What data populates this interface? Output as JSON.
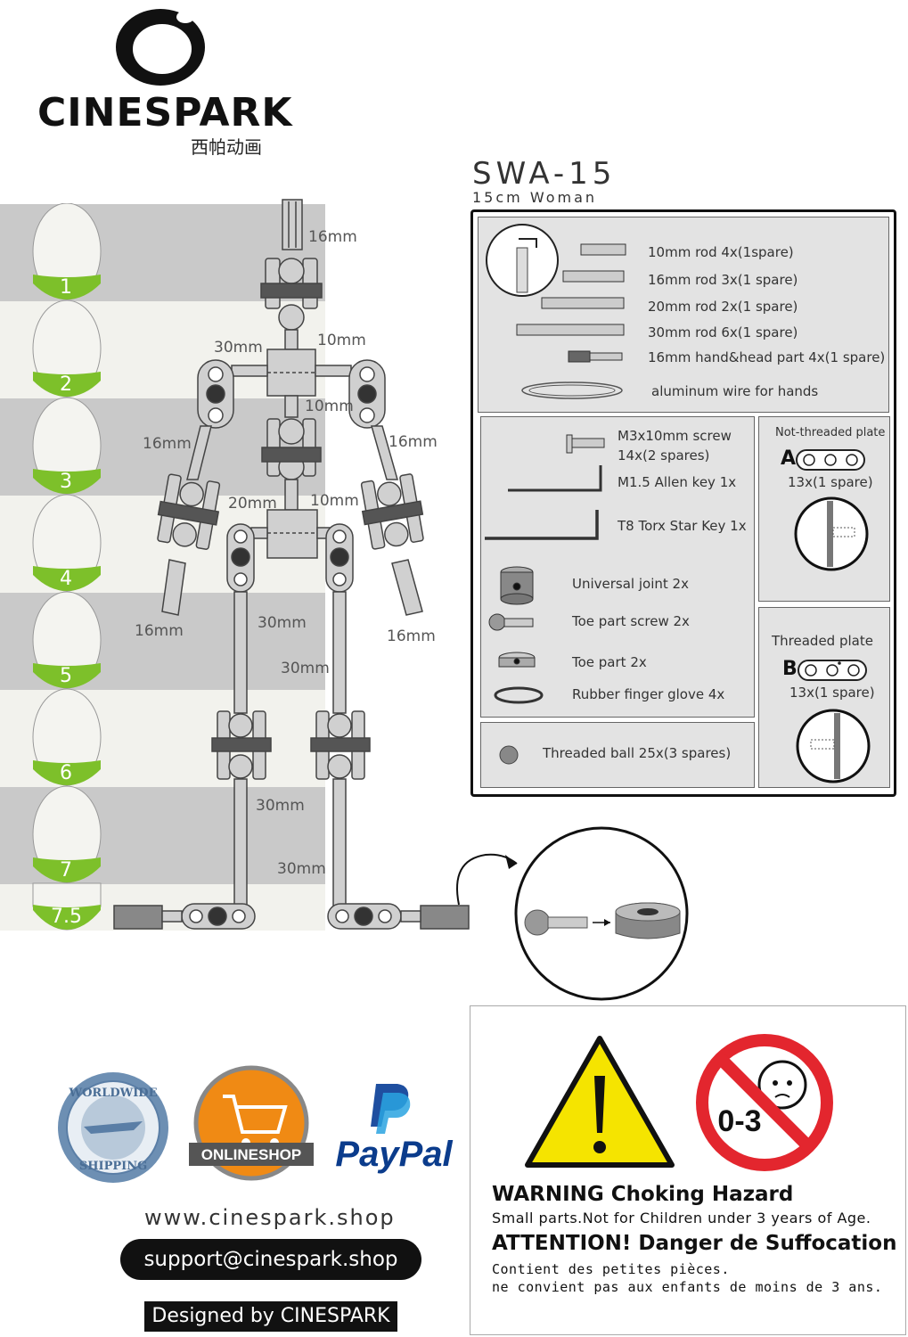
{
  "brand": {
    "name": "CINESPARK",
    "chinese": "西帕动画"
  },
  "model": {
    "code": "SWA-15",
    "subtitle": "15cm Woman"
  },
  "parts": {
    "rods": [
      {
        "label": "10mm rod 4x(1spare)"
      },
      {
        "label": "16mm rod 3x(1 spare)"
      },
      {
        "label": "20mm rod 2x(1 spare)"
      },
      {
        "label": "30mm rod 6x(1 spare)"
      },
      {
        "label": "16mm hand&head part 4x(1 spare)"
      },
      {
        "label": "aluminum wire for hands"
      }
    ],
    "tools": {
      "screw_line1": "M3x10mm screw",
      "screw_line2": "14x(2 spares)",
      "allen_key": "M1.5 Allen key 1x",
      "torx_key": "T8 Torx Star Key 1x"
    },
    "misc": [
      {
        "label": "Universal joint  2x"
      },
      {
        "label": "Toe part  screw 2x"
      },
      {
        "label": "Toe part  2x"
      },
      {
        "label": "Rubber finger glove 4x"
      }
    ],
    "ball": "Threaded ball 25x(3 spares)",
    "plate_a": {
      "title": "Not-threaded plate",
      "letter": "A",
      "qty": "13x(1 spare)"
    },
    "plate_b": {
      "title": "Threaded plate",
      "letter": "B",
      "qty": "13x(1 spare)"
    }
  },
  "scale_steps": [
    "1",
    "2",
    "3",
    "4",
    "5",
    "6",
    "7",
    "7.5"
  ],
  "dimensions": {
    "head": "16mm",
    "shoulder": "30mm",
    "neck": "10mm",
    "chest": "10mm",
    "upper_arm_left": "16mm",
    "upper_arm_right": "16mm",
    "hip_width": "20mm",
    "waist": "10mm",
    "forearm_left": "16mm",
    "forearm_right": "16mm",
    "thigh_a": "30mm",
    "thigh_b": "30mm",
    "shin_a": "30mm",
    "shin_b": "30mm"
  },
  "footer": {
    "badge_worldwide": "WORLDWIDE",
    "badge_shipping": "SHIPPING",
    "onlineshop": "ONLINESHOP",
    "paypal": "PayPal",
    "website": "www.cinespark.shop",
    "email": "support@cinespark.shop",
    "designed": "Designed by CINESPARK"
  },
  "warning": {
    "age": "0-3",
    "en_title": "WARNING Choking Hazard",
    "en_text": "Small parts.Not for Children under 3 years of Age.",
    "fr_title": "ATTENTION! Danger de Suffocation",
    "fr_text1": "Contient des petites pièces.",
    "fr_text2": "ne convient pas aux enfants de moins de 3 ans."
  },
  "colors": {
    "accent_green": "#7dc02a",
    "panel_gray": "#e3e3e3",
    "warning_yellow": "#f5e400",
    "prohibit_red": "#e3262e",
    "paypal_blue": "#0b3c8c"
  }
}
